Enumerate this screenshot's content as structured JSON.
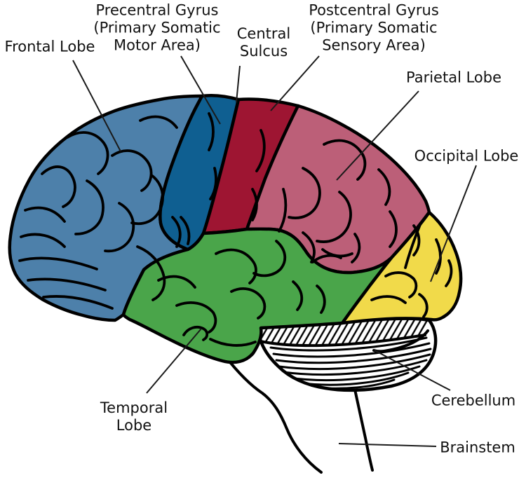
{
  "diagram": {
    "subject": "Lateral view of the human brain with lobes and key areas labeled",
    "type": "anatomical-diagram"
  },
  "colors": {
    "frontal_lobe": "#4d80aa",
    "precentral_gyrus": "#0f5f91",
    "postcentral_gyrus": "#9e1532",
    "parietal_lobe": "#bc5f78",
    "occipital_lobe": "#f1da4a",
    "temporal_lobe": "#4aa54a",
    "cerebellum_fill": "#ffffff",
    "outline": "#000000",
    "background": "#ffffff",
    "label_text": "#111111"
  },
  "labels": {
    "frontal": {
      "lines": [
        "Frontal Lobe"
      ]
    },
    "precentral": {
      "lines": [
        "Precentral Gyrus",
        "(Primary Somatic",
        "Motor Area)"
      ]
    },
    "central_sulcus": {
      "lines": [
        "Central",
        "Sulcus"
      ]
    },
    "postcentral": {
      "lines": [
        "Postcentral Gyrus",
        "(Primary Somatic",
        "Sensory Area)"
      ]
    },
    "parietal": {
      "lines": [
        "Parietal Lobe"
      ]
    },
    "occipital": {
      "lines": [
        "Occipital Lobe"
      ]
    },
    "temporal": {
      "lines": [
        "Temporal",
        "Lobe"
      ]
    },
    "cerebellum": {
      "lines": [
        "Cerebellum"
      ]
    },
    "brainstem": {
      "lines": [
        "Brainstem"
      ]
    }
  }
}
